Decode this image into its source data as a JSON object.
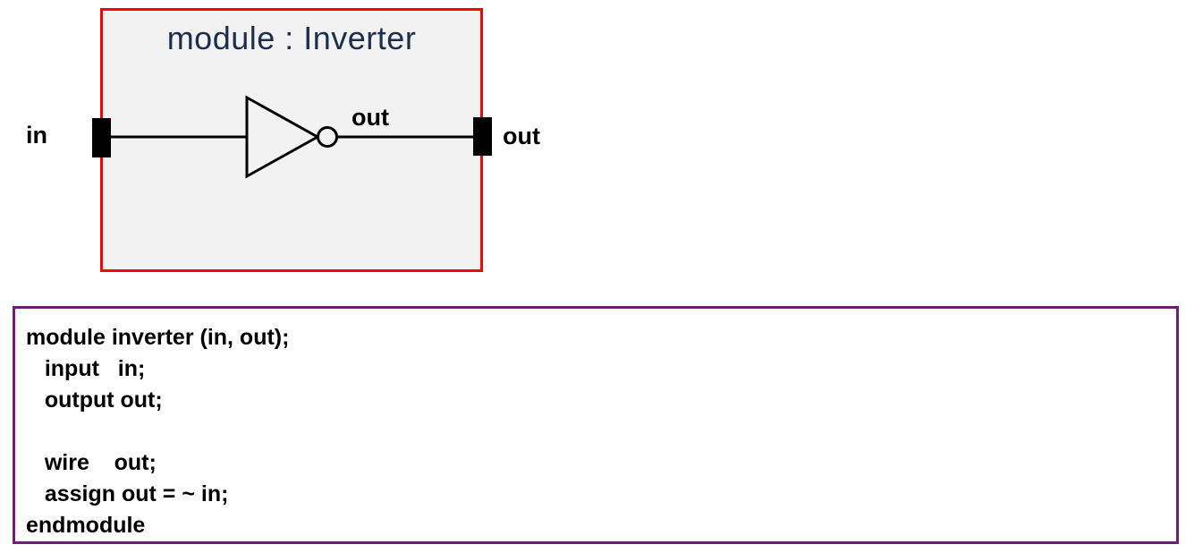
{
  "diagram": {
    "title": "module : Inverter",
    "input_label": "in",
    "wire_label": "out",
    "output_label": "out",
    "colors": {
      "box_border": "#fe0000",
      "box_fill": "#f2f2f2",
      "title_color": "#1b2f4d",
      "gate_stroke": "#000000",
      "port_fill": "#000000"
    }
  },
  "code_block": {
    "border_color": "#6d1f73",
    "lines": [
      "module inverter (in, out);",
      "   input   in;",
      "   output out;",
      "",
      "   wire    out;",
      "   assign out = ~ in;",
      "endmodule"
    ]
  }
}
